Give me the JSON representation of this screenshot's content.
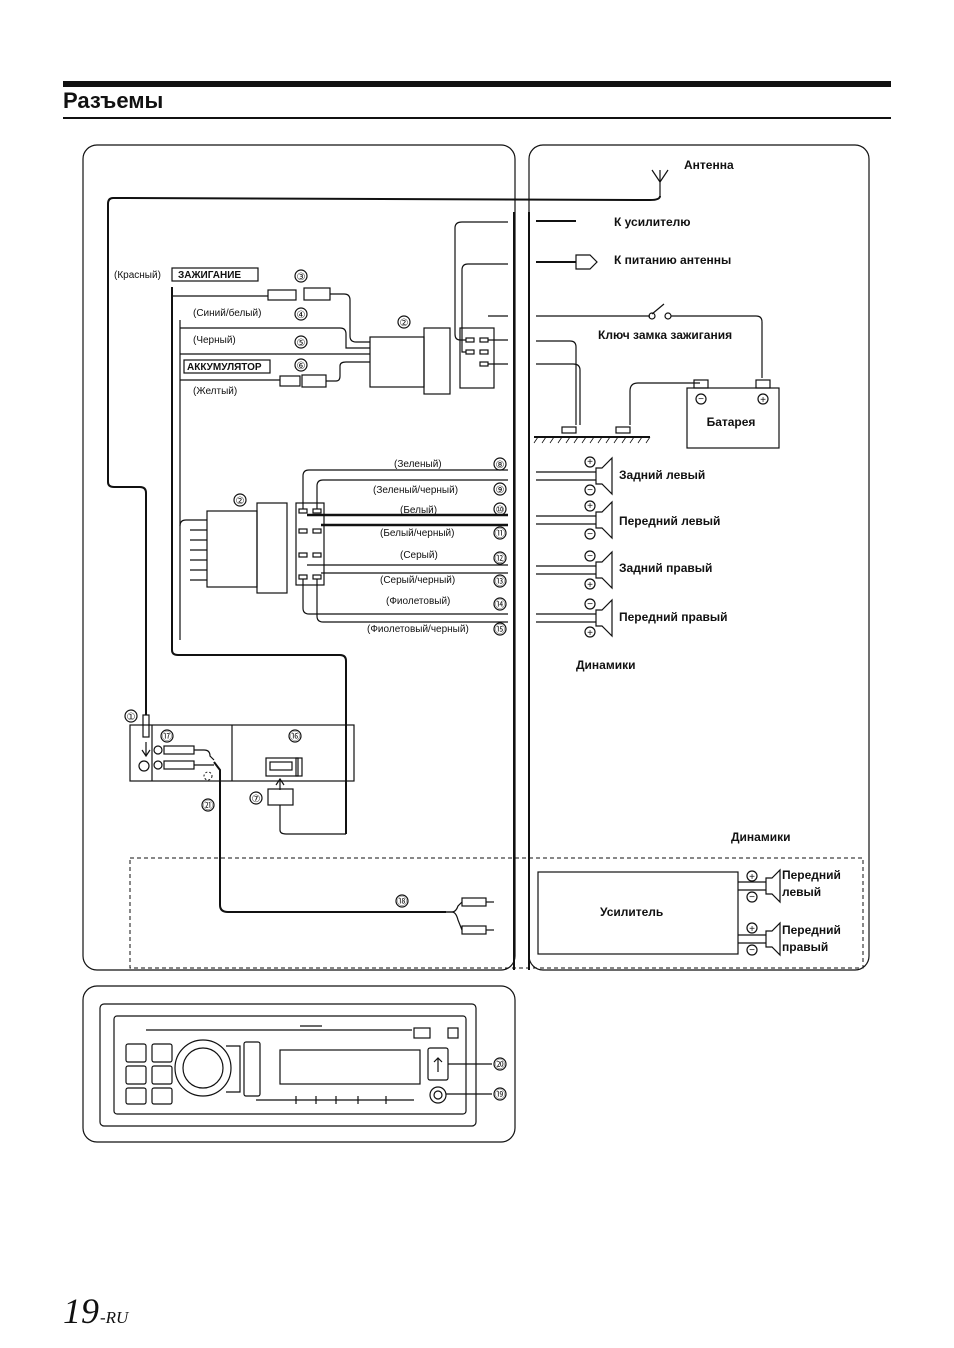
{
  "header": {
    "title": "Разъемы"
  },
  "footer": {
    "page_number": "19",
    "page_suffix": "-RU"
  },
  "labels": {
    "antenna": "Антенна",
    "to_amplifier": "К усилителю",
    "to_antenna_power": "К питанию антенны",
    "ignition_key": "Ключ замка зажигания",
    "battery": "Батарея",
    "rear_left": "Задний левый",
    "front_left": "Передний левый",
    "rear_right": "Задний правый",
    "front_right": "Передний правый",
    "speakers": "Динамики",
    "speakers_amp": "Динамики",
    "amplifier": "Усилитель",
    "amp_front_left_1": "Передний",
    "amp_front_left_2": "левый",
    "amp_front_right_1": "Передний",
    "amp_front_right_2": "правый",
    "red": "(Красный)",
    "ignition": "ЗАЖИГАНИЕ",
    "blue_white": "(Синий/белый)",
    "black": "(Черный)",
    "battery_tag": "АККУМУЛЯТОР",
    "yellow": "(Желтый)",
    "green": "(Зеленый)",
    "green_black": "(Зеленый/черный)",
    "white": "(Белый)",
    "white_black": "(Белый/черный)",
    "gray": "(Серый)",
    "gray_black": "(Серый/черный)",
    "violet": "(Фиолетовый)",
    "violet_black": "(Фиолетовый/черный)"
  },
  "callouts": {
    "n1": "①",
    "n2a": "②",
    "n2b": "②",
    "n3": "③",
    "n4": "④",
    "n5": "⑤",
    "n6": "⑥",
    "n7": "⑦",
    "n8": "⑧",
    "n9": "⑨",
    "n10": "⑩",
    "n11": "⑪",
    "n12": "⑫",
    "n13": "⑬",
    "n14": "⑭",
    "n15": "⑮",
    "n16": "⑯",
    "n17": "⑰",
    "n18": "⑱",
    "n19": "⑲",
    "n20": "⑳",
    "n21": "㉑"
  },
  "symbols": {
    "plus": "+",
    "minus": "−"
  }
}
